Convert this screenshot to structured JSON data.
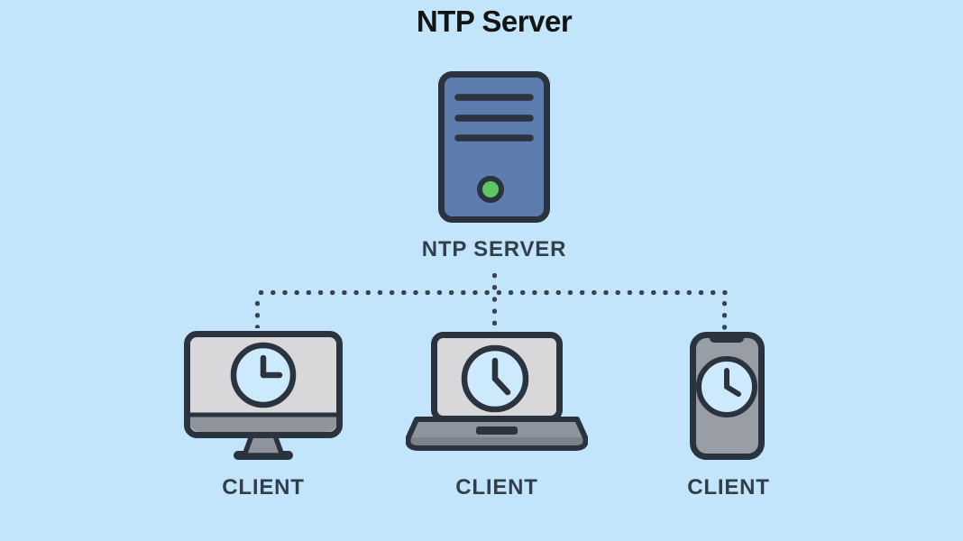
{
  "title": "NTP Server",
  "server": {
    "label": "NTP SERVER",
    "icon": "server-tower-icon",
    "status_led": "green"
  },
  "clients": [
    {
      "label": "CLIENT",
      "icon": "desktop-monitor-icon"
    },
    {
      "label": "CLIENT",
      "icon": "laptop-icon"
    },
    {
      "label": "CLIENT",
      "icon": "smartphone-icon"
    }
  ],
  "connection_style": "dotted",
  "colors": {
    "background": "#c3e5fc",
    "outline": "#2b333e",
    "server_body": "#5b7cad",
    "led_green": "#5cc762",
    "screen_gray": "#d8d8da",
    "device_gray": "#8f949c",
    "device_gray_dark": "#7d828a",
    "clock_face": "#cdeafc",
    "label_text": "#333e4b",
    "dotted_line": "#39434f"
  }
}
